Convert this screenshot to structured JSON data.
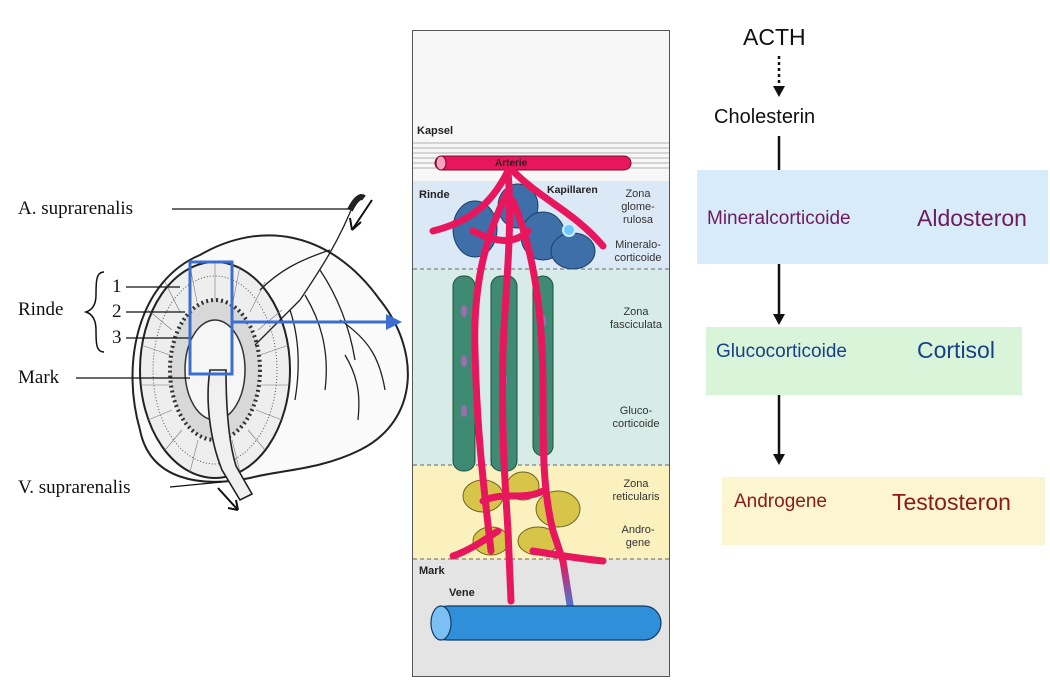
{
  "left_diagram": {
    "labels": {
      "artery": "A. suprarenalis",
      "cortex": "Rinde",
      "layer1": "1",
      "layer2": "2",
      "layer3": "3",
      "medulla": "Mark",
      "vein": "V. suprarenalis"
    }
  },
  "middle_diagram": {
    "labels": {
      "capsule": "Kapsel",
      "artery": "Arterie",
      "cortex": "Rinde",
      "capillaries": "Kapillaren",
      "zona_glom": "Zona\nglome-\nrulosa",
      "mineralo": "Mineralo-\ncorticoide",
      "zona_fasc": "Zona\nfasciculata",
      "gluco": "Gluco-\ncorticoide",
      "zona_ret": "Zona\nreticularis",
      "andro": "Andro-\ngene",
      "medulla": "Mark",
      "vein": "Vene"
    },
    "colors": {
      "glomerulosa": "#dbe8f6",
      "fasciculata": "#d7ece6",
      "reticularis": "#fbf1bf",
      "medulla": "#e4e4e4",
      "artery": "#e8175d",
      "vein": "#2f8fd8"
    }
  },
  "pathway": {
    "precursor_hormone": "ACTH",
    "substrate": "Cholesterin",
    "steps": [
      {
        "class": "Mineralcorticoide",
        "hormone": "Aldosteron",
        "box_color": "#d7ebfa",
        "class_color": "#6e1b5c",
        "hormone_color": "#6e1b5c"
      },
      {
        "class": "Glucocorticoide",
        "hormone": "Cortisol",
        "box_color": "#d9f5d9",
        "class_color": "#1a3f8a",
        "hormone_color": "#1a3f8a"
      },
      {
        "class": "Androgene",
        "hormone": "Testosteron",
        "box_color": "#fbf6cf",
        "class_color": "#8a1a1a",
        "hormone_color": "#8a1a1a"
      }
    ]
  }
}
